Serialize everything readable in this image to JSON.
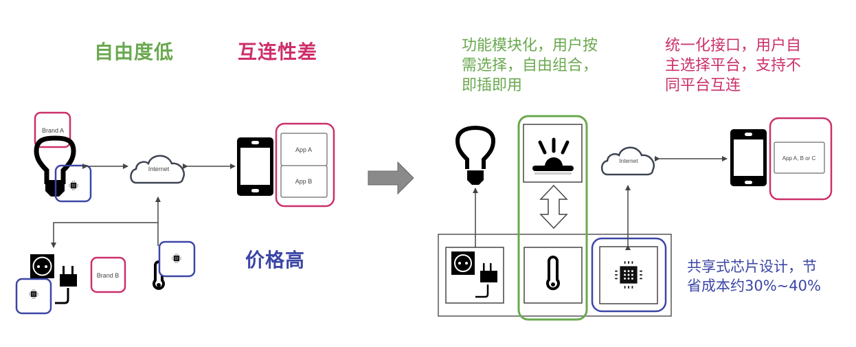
{
  "colors": {
    "green": "#6aa84f",
    "magenta": "#cc2f6a",
    "blue": "#3b45a5",
    "arrow_gray": "#8a8a8a",
    "line": "#444444"
  },
  "left": {
    "headline_freedom": "自由度低",
    "headline_interconnect": "互连性差",
    "headline_price": "价格高",
    "cloud_label": "Internet",
    "brand_a": "Brand A",
    "brand_b": "Brand B",
    "apps": [
      "App A",
      "App B"
    ]
  },
  "right": {
    "desc_modular": "功能模块化，用户按需选择，自由组合，即插即用",
    "desc_modular_lines": [
      "功能模块化，用户按",
      "需选择，自由组合，",
      "即插即用"
    ],
    "desc_interface_lines": [
      "统一化接口，用户自",
      "主选择平台，支持不",
      "同平台互连"
    ],
    "desc_chip_lines": [
      "共享式芯片设计，节",
      "省成本约30%~40%"
    ],
    "cloud_label": "Internet",
    "app_label": "App A, B or C"
  },
  "icons": {
    "bulb": "lightbulb-icon",
    "chip": "chip-icon",
    "phone": "smartphone-icon",
    "cloud": "cloud-icon",
    "socket": "power-socket-icon",
    "plug": "plug-icon",
    "thermometer": "thermometer-icon",
    "light_sensor": "sunrise-icon",
    "transition": "block-arrow-right-icon",
    "swap": "double-arrow-vertical-icon"
  }
}
